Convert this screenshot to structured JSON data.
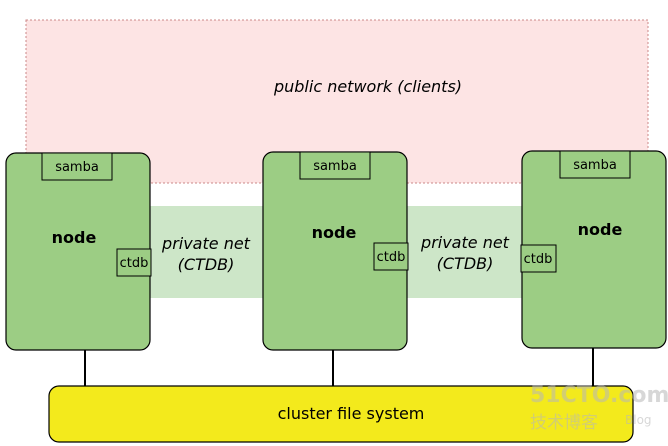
{
  "public_network": {
    "label": "public network (clients)"
  },
  "nodes": [
    {
      "label": "node",
      "service": "samba",
      "component": "ctdb"
    },
    {
      "label": "node",
      "service": "samba",
      "component": "ctdb"
    },
    {
      "label": "node",
      "service": "samba",
      "component": "ctdb"
    }
  ],
  "private_nets": [
    {
      "line1": "private net",
      "line2": "(CTDB)"
    },
    {
      "line1": "private net",
      "line2": "(CTDB)"
    }
  ],
  "storage": {
    "label": "cluster file system"
  },
  "watermark": {
    "site": "51CTO.com",
    "subtitle": "技术博客",
    "tag": "Blog"
  },
  "colors": {
    "public_fill": "#fde4e4",
    "node_fill": "#9ccd84",
    "private_fill": "#cde6c8",
    "storage_fill": "#f3ea1c"
  }
}
